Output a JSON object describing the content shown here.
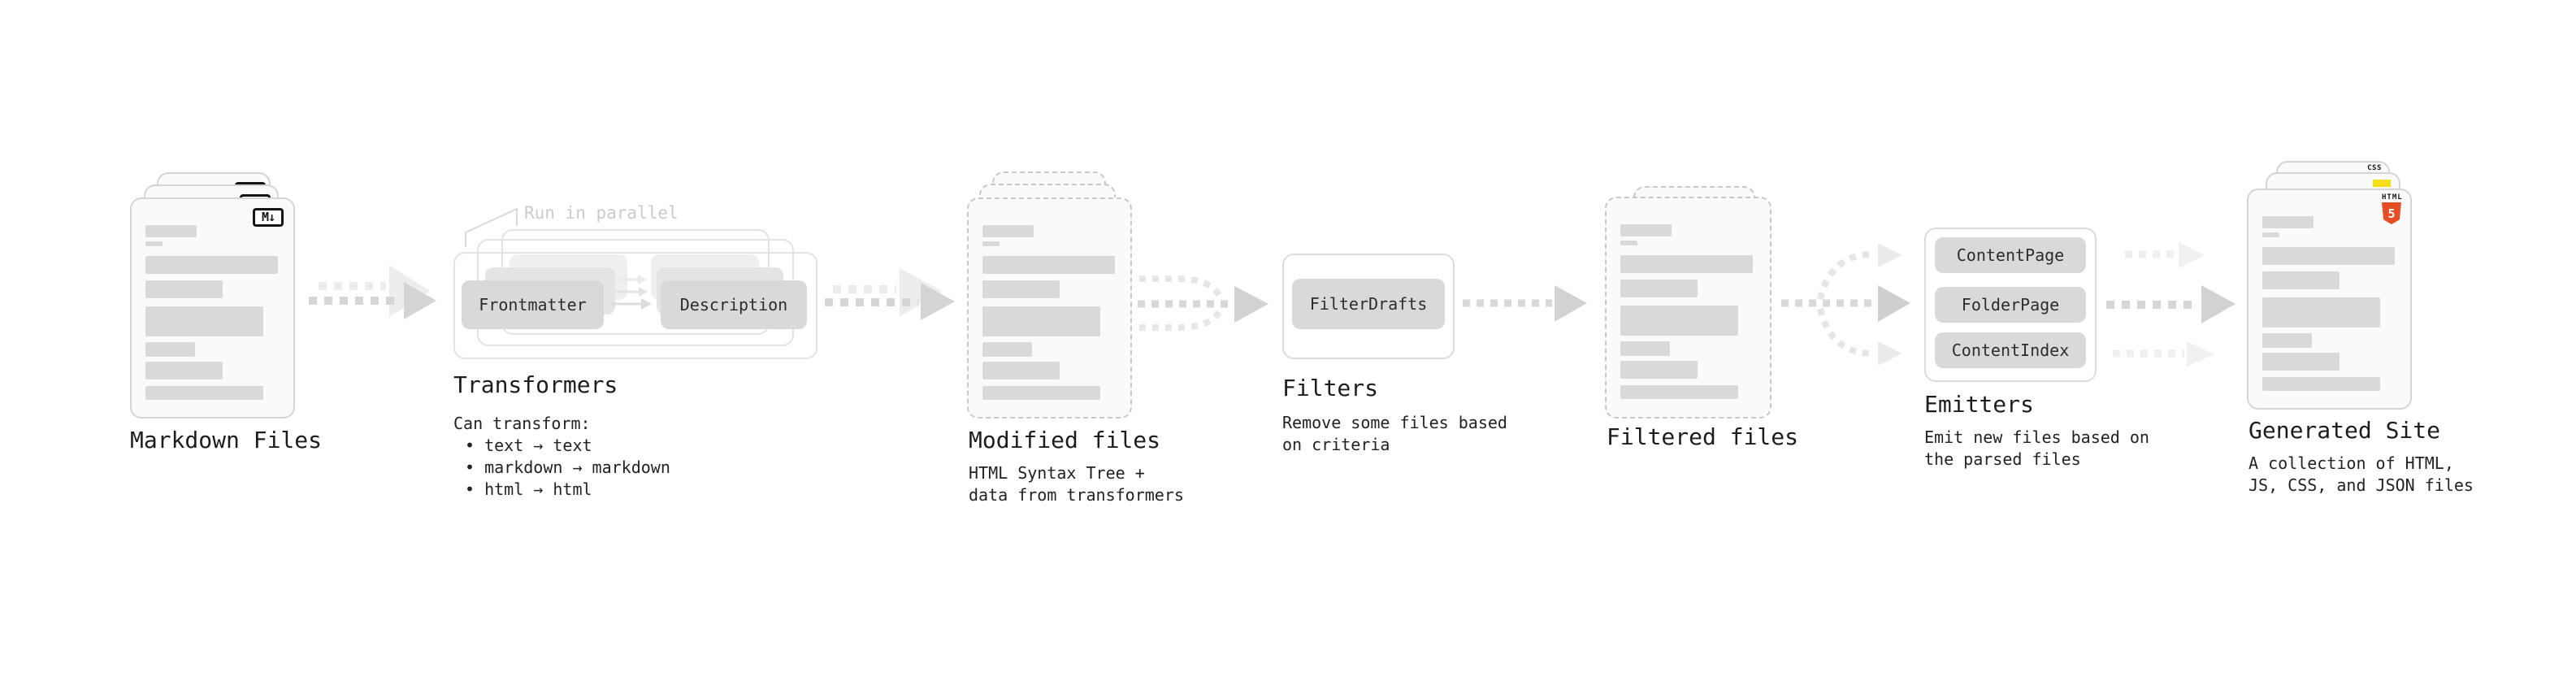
{
  "colors": {
    "arrow_dark": "#d4d4d4",
    "arrow_light": "#ececec",
    "card_border": "#d5d5d5",
    "dashed_border": "#c8c8c8",
    "pill_bg": "#d9d9d9",
    "text": "#1e1e1e",
    "html5_orange": "#e44d26",
    "js_yellow": "#f5de19",
    "css_blue": "#2962ff"
  },
  "sections": {
    "markdown_files": {
      "title": "Markdown Files",
      "file_icon": "M↓"
    },
    "transformers": {
      "title": "Transformers",
      "annotation": "Run in parallel",
      "input_pill": "Frontmatter",
      "output_pill": "Description",
      "description_heading": "Can transform:",
      "bullets": [
        "• text → text",
        "• markdown → markdown",
        "• html → html"
      ]
    },
    "modified_files": {
      "title": "Modified files",
      "subtitle_lines": [
        "HTML Syntax Tree +",
        "data from transformers"
      ]
    },
    "filters": {
      "title": "Filters",
      "pill": "FilterDrafts",
      "subtitle_lines": [
        "Remove some files based",
        "on criteria"
      ]
    },
    "filtered_files": {
      "title": "Filtered files"
    },
    "emitters": {
      "title": "Emitters",
      "pills": [
        "ContentPage",
        "FolderPage",
        "ContentIndex"
      ],
      "subtitle_lines": [
        "Emit new files based on",
        "the parsed files"
      ]
    },
    "generated_site": {
      "title": "Generated Site",
      "subtitle_lines": [
        "A collection of HTML,",
        "JS, CSS, and JSON files"
      ],
      "badges": {
        "css_label": "CSS",
        "html_label": "HTML",
        "html_number": "5"
      }
    }
  }
}
